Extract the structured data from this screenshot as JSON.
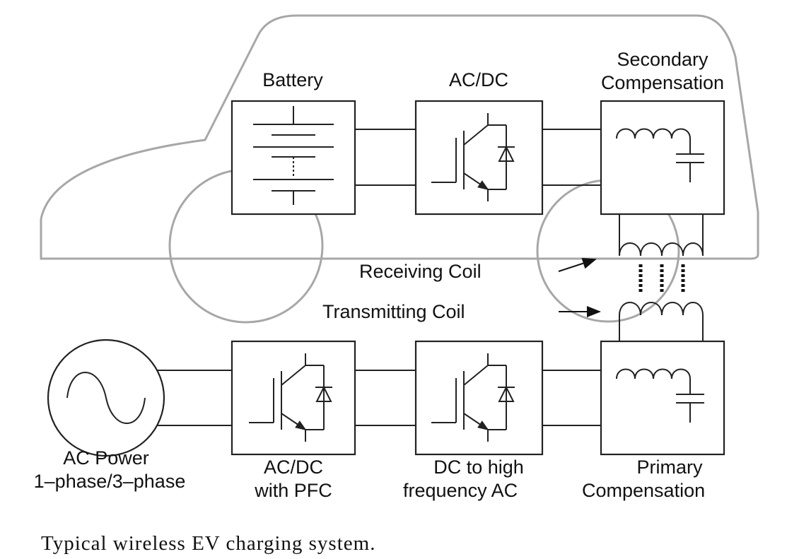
{
  "labels": {
    "battery": "Battery",
    "acdc_top": "AC/DC",
    "secondary_1": "Secondary",
    "secondary_2": "Compensation",
    "receiving_coil": "Receiving Coil",
    "transmitting_coil": "Transmitting Coil",
    "ac_power_1": "AC Power",
    "ac_power_2": "1–phase/3–phase",
    "acdc_pfc_1": "AC/DC",
    "acdc_pfc_2": "with PFC",
    "dc_hf_1": "DC to high",
    "dc_hf_2": "frequency AC",
    "primary_1": "Primary",
    "primary_2": "Compensation"
  },
  "caption": "Typical wireless EV charging system."
}
